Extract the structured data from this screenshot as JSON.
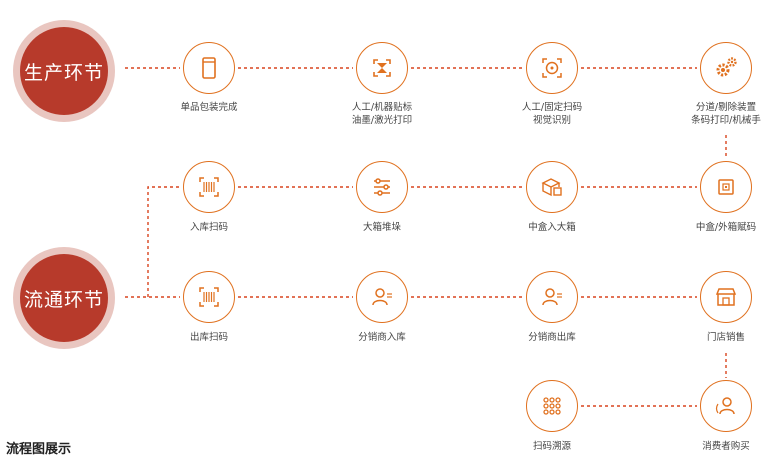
{
  "stages": {
    "production": "生产环节",
    "circulation": "流通环节"
  },
  "nodes": {
    "single_pack": "单品包装完成",
    "labeling": "人工/机器贴标\n油墨/激光打印",
    "vision": "人工/固定扫码\n视觉识别",
    "sorting": "分道/剔除装置\n条码打印/机械手",
    "inbound_scan": "入库扫码",
    "carton_stack": "大箱堆垛",
    "box_into_carton": "中盒入大箱",
    "box_coding": "中盒/外箱赋码",
    "outbound_scan": "出库扫码",
    "distributor_in": "分销商入库",
    "distributor_out": "分销商出库",
    "store_sales": "门店销售",
    "trace_scan": "扫码溯源",
    "consumer_purchase": "消费者购买"
  },
  "footer": {
    "title": "流程图展示"
  },
  "colors": {
    "accent": "#e0711f",
    "stage_dark": "#b73a2b",
    "stage_ring": "#e9c6c0",
    "connector": "#d9441e"
  }
}
